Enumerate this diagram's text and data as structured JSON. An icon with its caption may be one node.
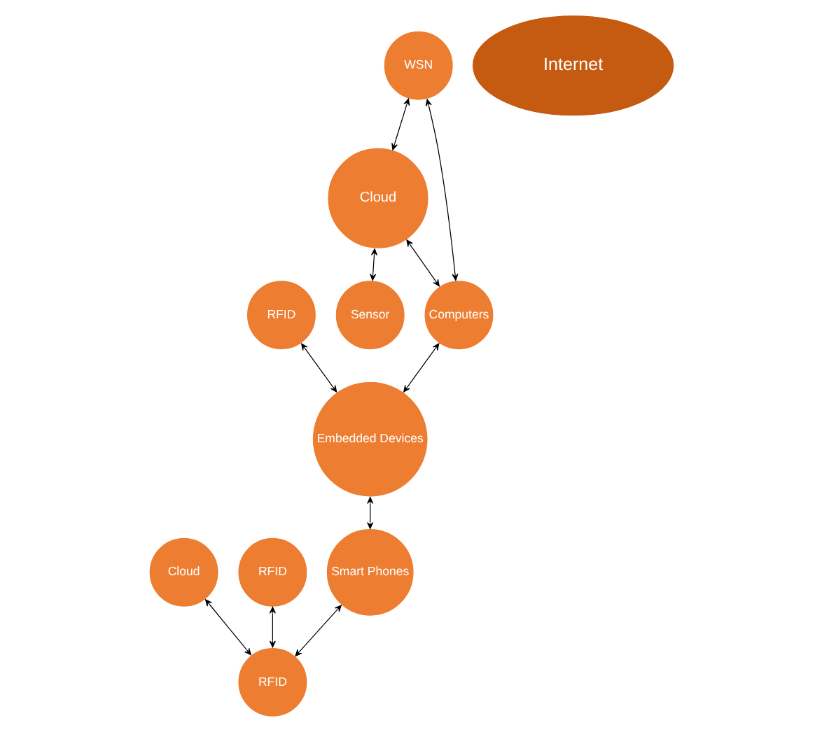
{
  "diagram": {
    "nodes": [
      {
        "text": [
          "Cloud"
        ]
      },
      {
        "text": [
          "Sensor"
        ]
      },
      {
        "text": [
          "Cloud"
        ]
      },
      {
        "text": [
          "RFID"
        ]
      },
      {
        "text": [
          "WSN"
        ]
      },
      {
        "text": [
          "Internet"
        ]
      },
      {
        "text": [
          "RFID"
        ]
      },
      {
        "text": [
          "Computers"
        ]
      },
      {
        "text": [
          "Smart Phones"
        ]
      },
      {
        "text": [
          "RFID"
        ]
      },
      {
        "text": [
          "Embedded Devices"
        ]
      }
    ],
    "edges": [
      {
        "from": 4,
        "to": 7,
        "arrow": "both"
      },
      {
        "from": 4,
        "to": 0,
        "arrow": "both"
      },
      {
        "from": 0,
        "to": 7,
        "arrow": "both"
      },
      {
        "from": 0,
        "to": 1,
        "arrow": "both"
      },
      {
        "from": 3,
        "to": 6,
        "arrow": "both"
      },
      {
        "from": 2,
        "to": 6,
        "arrow": "both"
      },
      {
        "from": 7,
        "to": 10,
        "arrow": "both"
      },
      {
        "from": 9,
        "to": 10,
        "arrow": "both"
      },
      {
        "from": 10,
        "to": 8,
        "arrow": "both"
      },
      {
        "from": 8,
        "to": 6,
        "arrow": "both"
      }
    ]
  }
}
